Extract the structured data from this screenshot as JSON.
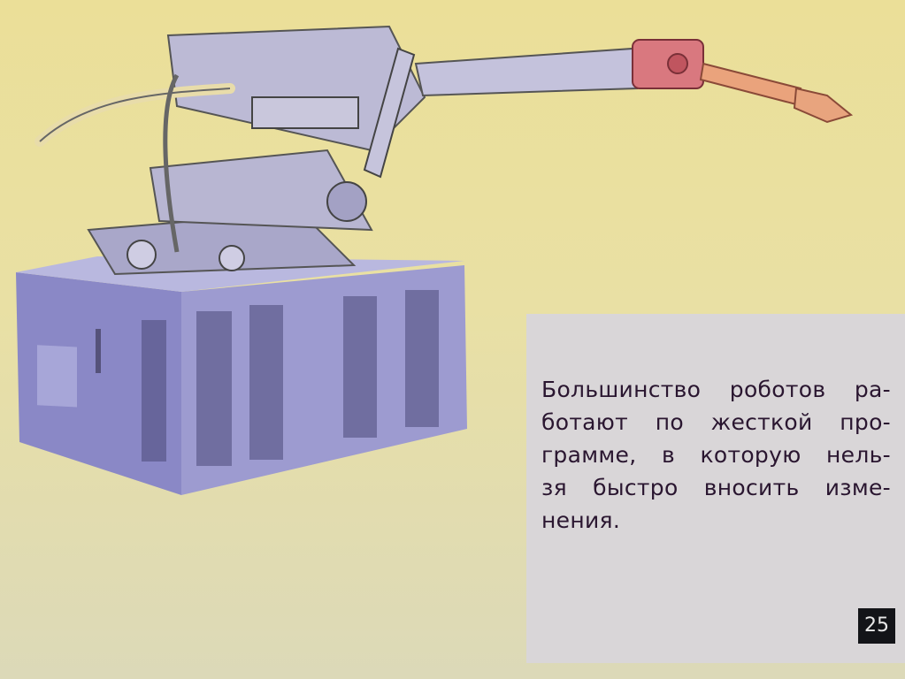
{
  "caption": {
    "lines": [
      "Большинство роботов ра-",
      "ботают по жесткой про-",
      "грамме, в которую нель-",
      "зя быстро вносить изме-",
      "нения."
    ]
  },
  "page_number": "25",
  "colors": {
    "background": "#ebdf98",
    "panel": "#d9d6d8",
    "cabinet": "#8f8ec8",
    "robot": "#bdbbd6",
    "gripper": "#d9787f",
    "text": "#2a1630"
  }
}
